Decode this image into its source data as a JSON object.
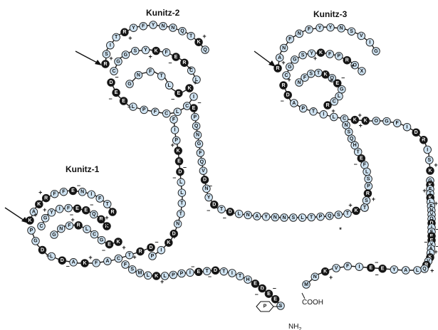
{
  "colors": {
    "residue_fill": "#cfe3f2",
    "residue_stroke": "#1a1a1a",
    "charged_fill": "#151515",
    "backbone": "#1a1a1a",
    "background": "#ffffff"
  },
  "domains": [
    {
      "label": "Kunitz-1",
      "arrow": "arrow-right-icon"
    },
    {
      "label": "Kunitz-2",
      "arrow": "arrow-right-icon"
    },
    {
      "label": "Kunitz-3",
      "arrow": "arrow-right-icon"
    }
  ],
  "termini": {
    "n_terminus": "NH",
    "n_terminus_sub": "2",
    "c_terminus": "COOH",
    "phosphate": "P"
  },
  "marker": "*",
  "residue_strings": {
    "k2_top": "RSITRYFYNNQTKQ",
    "k2_inner": "CGGSYKFERCL",
    "k2_core": "GNFTLEK",
    "k2_lower": "DEELPFCLCI",
    "k3_top": "RANFNFYYNSVIG",
    "k3_inner": "CGGSYKFPROX",
    "k3_core": "NFSTKQEGLCR",
    "k3_lower": "RDAPTILCKKOGFIDRISK",
    "k1_top": "KAKRFFENIFTR",
    "k1_inner": "CGYIFEEQRK",
    "k1_core": "GNFRLCGEK",
    "k1_lower": "PGDLDAKFACTRD",
    "linker_a": "FIPKEDLLTTNDKIP",
    "linker_b": "EPQNGFQVDNYDTDLNAYNNSLTPQSTKY",
    "linker_c": "FSMLKLPPIETDTITHEDEES",
    "tail": "SEGFIEEYALKVRQ",
    "k3_right": "GKFTKLFNVQDIFEEYALKVRQ",
    "k3_mid": "NSQHTEFLSPRST",
    "c_strand": "MNKVFIEEYAL"
  }
}
